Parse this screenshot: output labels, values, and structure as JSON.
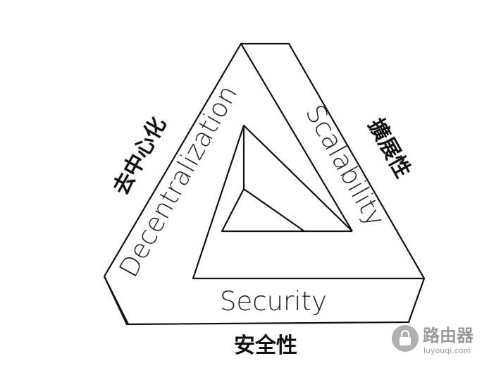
{
  "labels": {
    "decentralization_en": "Decentralization",
    "scalability_en": "Scalability",
    "security_en": "Security",
    "decentralization_zh": "去中心化",
    "scalability_zh": "擴展性",
    "security_zh": "安全性"
  },
  "watermark": {
    "name": "路由器",
    "url": "luyouqi.com"
  }
}
